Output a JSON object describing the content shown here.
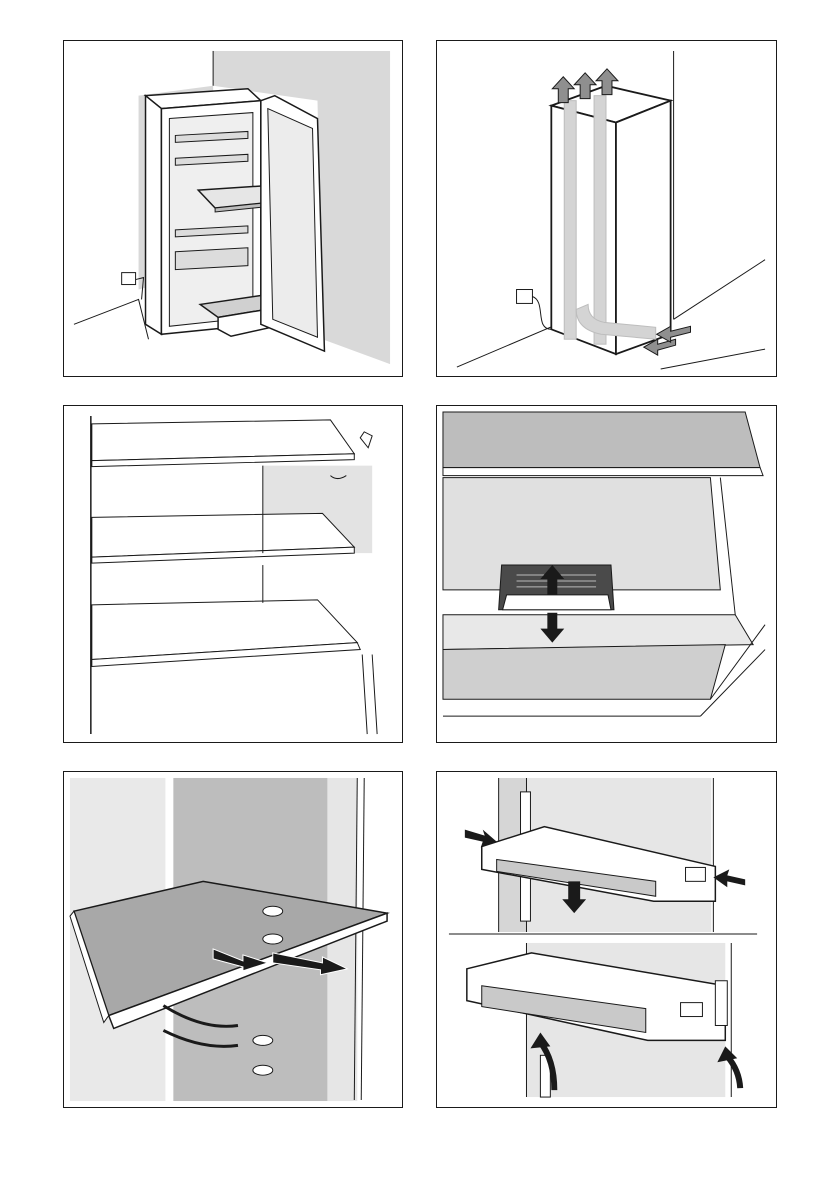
{
  "page": {
    "panels": [
      {
        "id": "installation-location-illustration",
        "icon": "freezer-open-door-icon"
      },
      {
        "id": "ventilation-airflow-illustration",
        "icon": "airflow-arrows-icon"
      },
      {
        "id": "shelves-interior-illustration",
        "icon": "shelves-icon"
      },
      {
        "id": "drawer-removal-illustration",
        "icon": "up-down-arrow-icon"
      },
      {
        "id": "shelf-removal-illustration",
        "icon": "pull-out-arrow-icon"
      },
      {
        "id": "door-rack-removal-illustration",
        "icon": "press-and-lift-arrows-icon"
      }
    ],
    "colors": {
      "line": "#1a1a1a",
      "wall_grey": "#d9d9d9",
      "mid_grey": "#bdbdbd",
      "dark_grey": "#9a9a9a",
      "white": "#ffffff"
    }
  }
}
